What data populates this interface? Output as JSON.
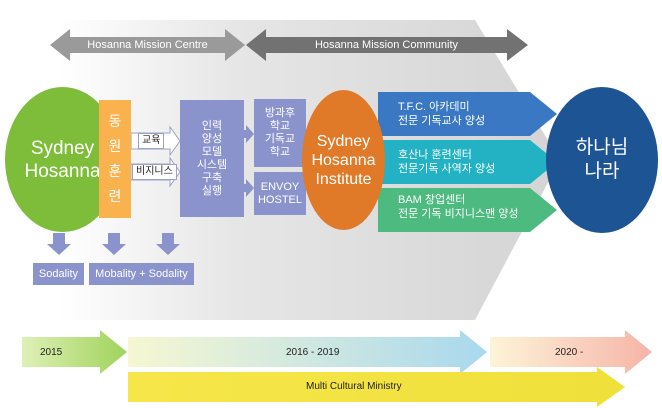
{
  "headers": {
    "left": "Hosanna Mission Centre",
    "right": "Hosanna Mission Community"
  },
  "sydney": {
    "label": "Sydney\nHosanna",
    "color": "#7ebd3a"
  },
  "training": {
    "label": "동\n원\n훈\n련",
    "color": "#f9b24e"
  },
  "branches": {
    "education": "교육",
    "business": "비지니스"
  },
  "system": {
    "label": "인력\n양성\n모델\n시스템\n구축\n실행"
  },
  "school": {
    "label": "방과후\n학교\n기독교\n학교"
  },
  "hostel": {
    "label": "ENVOY\nHOSTEL"
  },
  "institute": {
    "label": "Sydney\nHosanna\nInstitute",
    "color": "#e07a28"
  },
  "ministries": [
    {
      "label": "T.F.C. 아카데미\n전문 기독교사 양성",
      "color": "#3b78c4"
    },
    {
      "label": "호산나 훈련센터\n전문기독 사역자 양성",
      "color": "#23b2c3"
    },
    {
      "label": "BAM 창업센터\n전문 기독 비지니스맨 양성",
      "color": "#4dbb80"
    }
  ],
  "kingdom": {
    "label": "하나님\n나라",
    "color": "#1d5494"
  },
  "bottom_boxes": {
    "sodality": "Sodality",
    "mobality": "Mobality + Sodality"
  },
  "timeline": {
    "period1": "2015",
    "period2": "2016 - 2019",
    "period3": "2020 -",
    "multicultural": "Multi Cultural Ministry"
  }
}
